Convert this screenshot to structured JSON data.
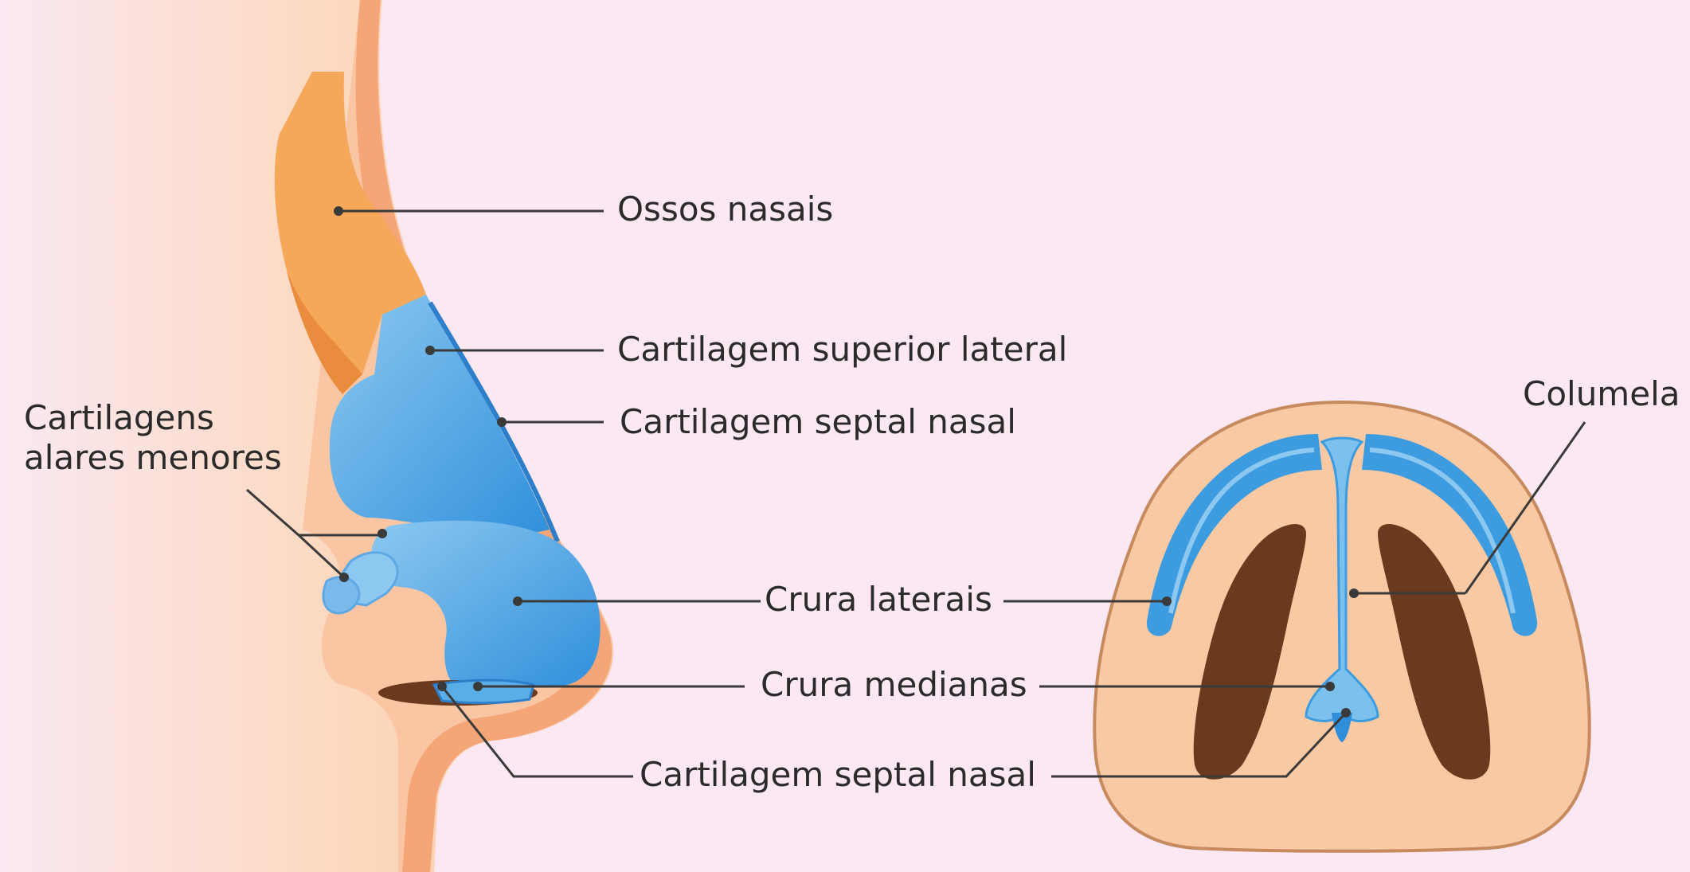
{
  "labels": {
    "ossos_nasais": "Ossos nasais",
    "cartilagem_superior_lateral": "Cartilagem superior lateral",
    "cartilagem_septal_nasal_top": "Cartilagem septal nasal",
    "cartilagens_alares_menores": "Cartilagens\nalares menores",
    "crura_laterais": "Crura laterais",
    "crura_medianas": "Crura medianas",
    "cartilagem_septal_nasal_bottom": "Cartilagem septal nasal",
    "columela": "Columela"
  },
  "colors": {
    "background": "#fbe8f2",
    "skin": "#f9c9a4",
    "skin_edge": "#f09a68",
    "bone": "#f6a85a",
    "cartilage": "#3d9be0",
    "cartilage_light": "#7cc0ee",
    "nostril": "#6b3a1e",
    "leader": "#3a3a3a"
  }
}
